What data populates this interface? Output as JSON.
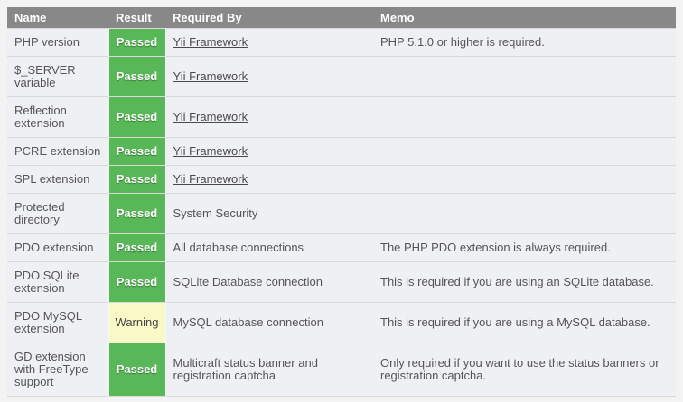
{
  "colors": {
    "page_bg": "#f3f3f3",
    "row_bg": "#eff0f3",
    "header_bg": "#888888",
    "header_text": "#ffffff",
    "body_text": "#555555",
    "link_text": "#4a4a4a",
    "border": "#d8d9db",
    "passed_bg": "#58b858",
    "passed_text": "#ffffff",
    "warning_bg": "#f9f9c8",
    "warning_text": "#444444"
  },
  "table": {
    "columns": [
      "Name",
      "Result",
      "Required By",
      "Memo"
    ],
    "rows": [
      {
        "name": "PHP version",
        "result": "Passed",
        "required_by": "Yii Framework",
        "required_by_link": true,
        "memo": "PHP 5.1.0 or higher is required."
      },
      {
        "name": "$_SERVER variable",
        "result": "Passed",
        "required_by": "Yii Framework",
        "required_by_link": true,
        "memo": ""
      },
      {
        "name": "Reflection extension",
        "result": "Passed",
        "required_by": "Yii Framework",
        "required_by_link": true,
        "memo": ""
      },
      {
        "name": "PCRE extension",
        "result": "Passed",
        "required_by": "Yii Framework",
        "required_by_link": true,
        "memo": ""
      },
      {
        "name": "SPL extension",
        "result": "Passed",
        "required_by": "Yii Framework",
        "required_by_link": true,
        "memo": ""
      },
      {
        "name": "Protected directory",
        "result": "Passed",
        "required_by": "System Security",
        "required_by_link": false,
        "memo": ""
      },
      {
        "name": "PDO extension",
        "result": "Passed",
        "required_by": "All database connections",
        "required_by_link": false,
        "memo": "The PHP PDO extension is always required."
      },
      {
        "name": "PDO SQLite extension",
        "result": "Passed",
        "required_by": "SQLite Database connection",
        "required_by_link": false,
        "memo": "This is required if you are using an SQLite database."
      },
      {
        "name": "PDO MySQL extension",
        "result": "Warning",
        "required_by": "MySQL database connection",
        "required_by_link": false,
        "memo": "This is required if you are using a MySQL database."
      },
      {
        "name": "GD extension with FreeType support",
        "result": "Passed",
        "required_by": "Multicraft status banner and registration captcha",
        "required_by_link": false,
        "memo": "Only required if you want to use the status banners or registration captcha."
      }
    ]
  }
}
